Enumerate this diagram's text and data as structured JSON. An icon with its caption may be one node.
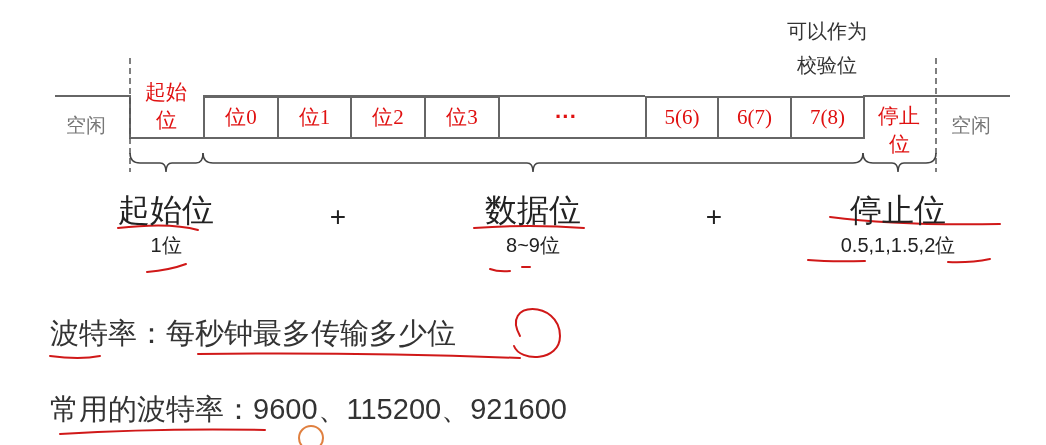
{
  "diagram": {
    "nodes": [
      {
        "text": [
          "位0"
        ]
      },
      {
        "text": [
          "位1"
        ]
      },
      {
        "text": [
          "位2"
        ]
      },
      {
        "text": [
          "位3"
        ]
      },
      {
        "text": [
          "5(6)"
        ]
      },
      {
        "text": [
          "6(7)"
        ]
      },
      {
        "text": [
          "7(8)"
        ]
      }
    ],
    "labels": [
      "可以作为校验位",
      "空闲",
      "起始位",
      "···",
      "停止位",
      "空闲",
      "起始位",
      "+",
      "数据位",
      "+",
      "停止位",
      "1位",
      "8~9位",
      "0.5,1,1.5,2位",
      "波特率：每秒钟最多传输多少位",
      "常用的波特率：9600、115200、921600"
    ]
  }
}
